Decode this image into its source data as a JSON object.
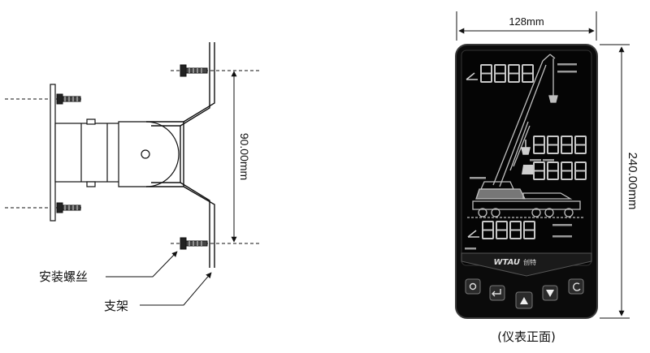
{
  "mounting_view": {
    "vertical_spacing_label": "90.00mm",
    "callouts": {
      "screw_label": "安装螺丝",
      "bracket_label": "支架"
    }
  },
  "front_panel": {
    "width_label": "128mm",
    "height_label": "240.00mm",
    "caption": "(仪表正面)",
    "brand": "WTAU",
    "brand_suffix": "创特",
    "displays": [
      {
        "id": "angle",
        "digits": "8888"
      },
      {
        "id": "length",
        "digits": "8888"
      },
      {
        "id": "load",
        "digits": "8888"
      },
      {
        "id": "rated",
        "digits": "8888"
      }
    ]
  },
  "colors": {
    "panel_body": "#0b0b0b",
    "panel_border": "#2a2a2a",
    "segment": "#c8c8c8",
    "line": "#111111"
  }
}
